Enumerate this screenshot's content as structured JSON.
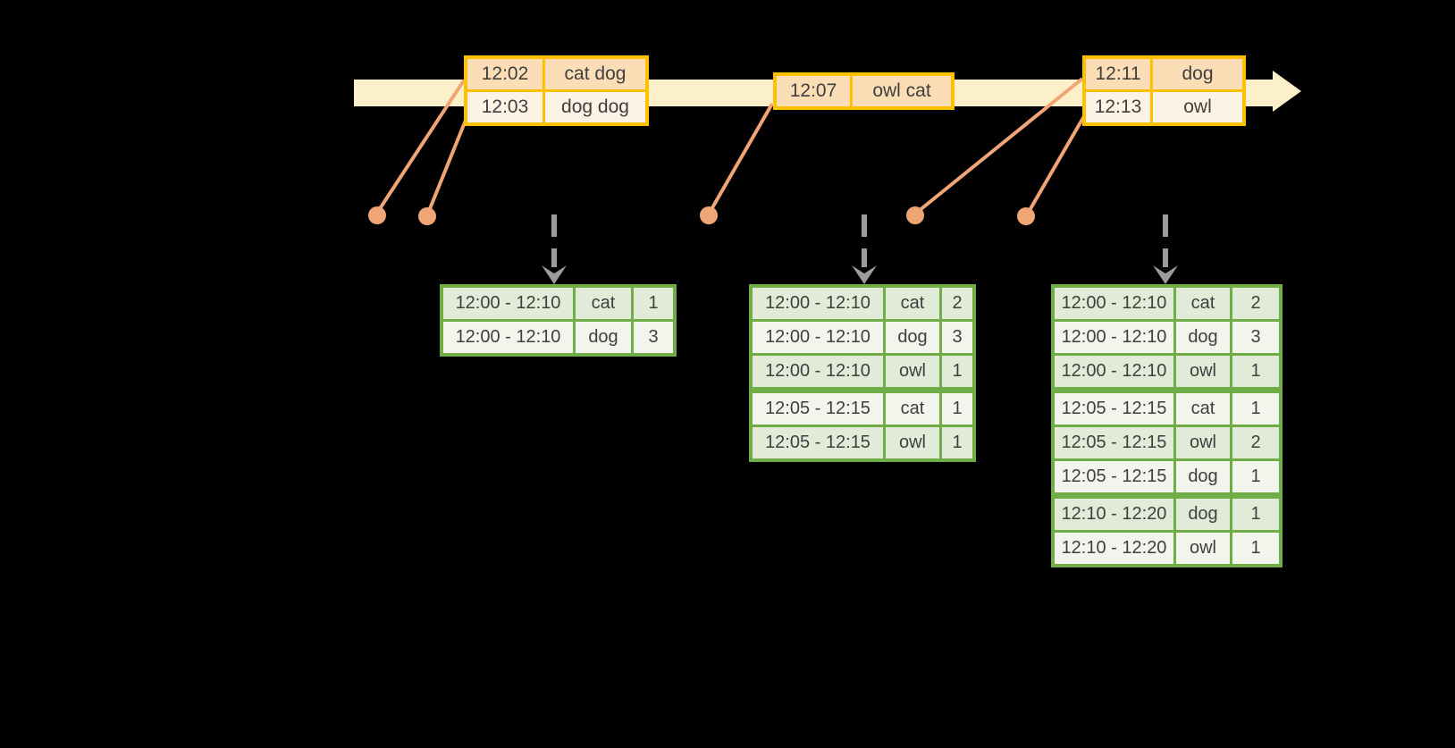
{
  "colors": {
    "background": "#000000",
    "timeline_fill": "#FCF0CA",
    "batch_border": "#FFC000",
    "batch_row_dark": "#FBDDB6",
    "batch_row_light": "#FDF3E4",
    "event_marker": "#F0A577",
    "trigger_arrow": "#9C9C9C",
    "result_border": "#70AD47",
    "result_row_dark": "#E2EAD8",
    "result_row_light": "#F1F5EC",
    "text": "#3F3F3F"
  },
  "icons": {
    "timeline-arrow-icon": "right-pointing cream band arrow",
    "event-dot-icon": "filled salmon circle",
    "trigger-arrow-icon": "gray dashed downward arrow with chevron head"
  },
  "timeline": {
    "batches": [
      {
        "events": [
          {
            "time": "12:02",
            "words": "cat dog"
          },
          {
            "time": "12:03",
            "words": "dog dog"
          }
        ]
      },
      {
        "events": [
          {
            "time": "12:07",
            "words": "owl cat"
          }
        ]
      },
      {
        "events": [
          {
            "time": "12:11",
            "words": "dog"
          },
          {
            "time": "12:13",
            "words": "owl"
          }
        ]
      }
    ]
  },
  "results": [
    {
      "rows": [
        {
          "window": "12:00 - 12:10",
          "word": "cat",
          "count": "1"
        },
        {
          "window": "12:00 - 12:10",
          "word": "dog",
          "count": "3"
        }
      ]
    },
    {
      "rows": [
        {
          "window": "12:00 - 12:10",
          "word": "cat",
          "count": "2"
        },
        {
          "window": "12:00 - 12:10",
          "word": "dog",
          "count": "3"
        },
        {
          "window": "12:00 - 12:10",
          "word": "owl",
          "count": "1"
        },
        {
          "window": "12:05 - 12:15",
          "word": "cat",
          "count": "1"
        },
        {
          "window": "12:05 - 12:15",
          "word": "owl",
          "count": "1"
        }
      ]
    },
    {
      "rows": [
        {
          "window": "12:00 - 12:10",
          "word": "cat",
          "count": "2"
        },
        {
          "window": "12:00 - 12:10",
          "word": "dog",
          "count": "3"
        },
        {
          "window": "12:00 - 12:10",
          "word": "owl",
          "count": "1"
        },
        {
          "window": "12:05 - 12:15",
          "word": "cat",
          "count": "1"
        },
        {
          "window": "12:05 - 12:15",
          "word": "owl",
          "count": "2"
        },
        {
          "window": "12:05 - 12:15",
          "word": "dog",
          "count": "1"
        },
        {
          "window": "12:10 - 12:20",
          "word": "dog",
          "count": "1"
        },
        {
          "window": "12:10 - 12:20",
          "word": "owl",
          "count": "1"
        }
      ]
    }
  ]
}
